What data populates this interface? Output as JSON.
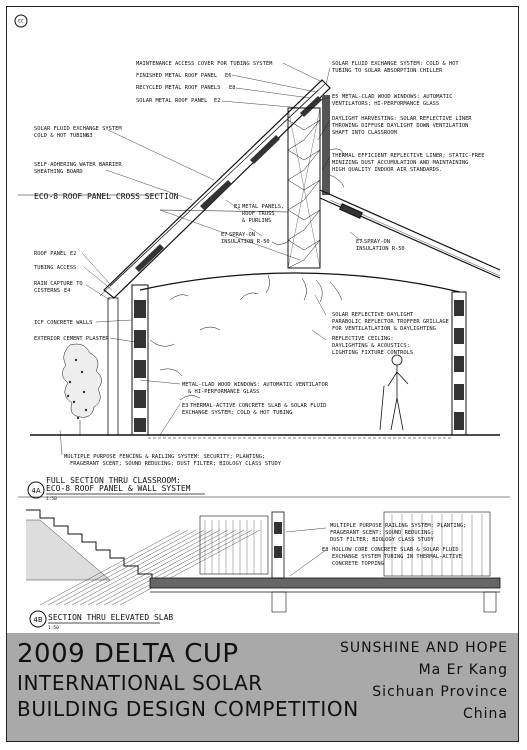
{
  "sheet_badge": "EC",
  "labels": {
    "maint_access": "MAINTENANCE ACCESS COVER FOR TUBING SYSTEM",
    "finished_metal": "FINISHED METAL ROOF PANEL",
    "finished_metal_tag": "E6",
    "recycled_metal": "RECYCLED METAL ROOF PANELS",
    "recycled_metal_tag": "E8",
    "solar_metal": "SOLAR METAL ROOF PANEL",
    "solar_metal_tag": "E2",
    "solar_fluid_top_1": "SOLAR FLUID EXCHANGE SYSTEM: COLD & HOT",
    "solar_fluid_top_2": "TUBING TO SOLAR ABSORPTION CHILLER",
    "windows_top_tag": "E5",
    "windows_top_1": "METAL-CLAD WOOD WINDOWS: AUTOMATIC",
    "windows_top_2": "VENTILATORS; HI-PERFORMANCE GLASS",
    "daylight_1": "DAYLIGHT HARVESTING: SOLAR REFLECTIVE LINER",
    "daylight_2": "THROWING DIFFUSE DAYLIGHT DOWN VENTILATION",
    "daylight_3": "SHAFT INTO CLASSROOM",
    "thermal_1": "THERMAL EFFICIENT REFLECTIVE LINER; STATIC-FREE",
    "thermal_2": "MINIZING DUST ACCUMULATION AND MAINTAINING",
    "thermal_3": "HIGH QUALITY INDOOR AIR STANDARDS.",
    "solar_fluid_left_1": "SOLAR FLUID EXCHANGE SYSTEM",
    "solar_fluid_left_2": "COLD & HOT TUBING",
    "solar_fluid_left_tag": "E3",
    "water_barrier_1": "SELF-ADHERING WATER BARRIER",
    "water_barrier_2": "SHEATHING BOARD",
    "eco8_section": "ECO-8 ROOF PANEL CROSS SECTION",
    "metal_panels_tag": "E1",
    "metal_panels_1": "METAL PANELS,",
    "metal_panels_2": "ROOF TRUSS",
    "metal_panels_3": "& PURLINS",
    "spray_left_tag": "E7",
    "spray_left_1": "SPRAY-ON",
    "spray_left_2": "INSULATION R-50",
    "spray_right_tag": "E7",
    "spray_right_1": "SPRAY-ON",
    "spray_right_2": "INSULATION R-50",
    "roof_panel": "ROOF PANEL",
    "roof_panel_tag": "E2",
    "tubing_access": "TUBING ACCESS",
    "rain_1": "RAIN CAPTURE TO",
    "rain_2": "CISTERNS",
    "rain_tag": "E4",
    "icf": "ICF CONCRETE WALLS",
    "ext_plaster": "EXTERIOR CEMENT PLASTER",
    "reflective_daylight_1": "SOLAR REFLECTIVE DAYLIGHT",
    "reflective_daylight_2": "PARABOLIC REFLECTOR TROFFER GRILLAGE",
    "reflective_daylight_3": "FOR VENTILATLATION & DAYLIGHTING",
    "reflective_ceiling_1": "REFLECTIVE CEILING:",
    "reflective_ceiling_2": "DAYLIGHTING & ACOUSTICS;",
    "reflective_ceiling_3": "LIGHTING FIXTURE CONTROLS",
    "windows_bottom_1": "METAL-CLAD WOOD WINDOWS: AUTOMATIC VENTILATOR",
    "windows_bottom_2": "& HI-PERFORMANCE GLASS",
    "thermal_slab_tag": "E3",
    "thermal_slab_1": "THERMAL-ACTIVE CONCRETE SLAB & SOLAR FLUID",
    "thermal_slab_2": "EXCHANGE SYSTEM: COLD & HOT TUBING",
    "fencing_1": "MULTIPLE PURPOSE FENCING & RAILING SYSTEM: SECURITY; PLANTING;",
    "fencing_2": "FRAGERANT SCENT; SOUND REDUCING; DUST FILTER; BIOLOGY CLASS STUDY",
    "section_4a_num": "4A",
    "section_4a_1": "FULL SECTION THRU CLASSROOM:",
    "section_4a_2": "ECO-8 ROOF PANEL & WALL SYSTEM",
    "railing_1": "MULTIPLE PURPOSE RAILING SYSTEM: PLANTING;",
    "railing_2": "FRAGERANT SCENT; SOUND REDUCING;",
    "railing_3": "DUST FILTER; BIOLOGY CLASS STUDY",
    "hollow_tag": "E8",
    "hollow_1": "HOLLOW CORE CONCRETE SLAB & SOLAR FLUID",
    "hollow_2": "EXCHANGE SYSTEM TUBING IN THERMAL-ACTIVE",
    "hollow_3": "CONCRETE TOPPING",
    "section_4b_num": "4B",
    "section_4b": "SECTION THRU ELEVATED SLAB",
    "scale": "1:50"
  },
  "title_block": {
    "line1": "2009 DELTA CUP",
    "line2": "INTERNATIONAL SOLAR",
    "line3": "BUILDING DESIGN COMPETITION",
    "project": "SUNSHINE AND HOPE",
    "author": "Ma Er Kang",
    "province": "Sichuan Province",
    "country": "China"
  }
}
